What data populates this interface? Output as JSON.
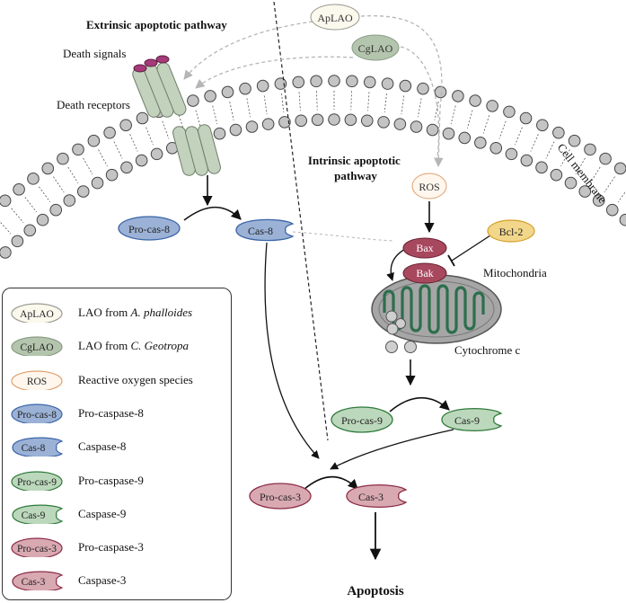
{
  "labels": {
    "extrinsic": "Extrinsic apoptotic pathway",
    "intrinsic": "Intrinsic apoptotic\npathway",
    "death_signals": "Death signals",
    "death_receptors": "Death receptors",
    "cell_membrane": "Cell membrane",
    "mitochondria": "Mitochondria",
    "cytochrome": "Cytochrome c",
    "apoptosis": "Apoptosis"
  },
  "nodes": {
    "aplao": "ApLAO",
    "cglao": "CgLAO",
    "ros": "ROS",
    "pro_cas_8": "Pro-cas-8",
    "cas_8": "Cas-8",
    "bax": "Bax",
    "bak": "Bak",
    "bcl2": "Bcl-2",
    "pro_cas_9": "Pro-cas-9",
    "cas_9": "Cas-9",
    "pro_cas_3": "Pro-cas-3",
    "cas_3": "Cas-3"
  },
  "legend": [
    {
      "icon": "ApLAO",
      "shape": "ellipse",
      "fill": "#fbf9ee",
      "stroke": "#999990",
      "text_plain": "LAO from ",
      "text_italic": "A. phalloides"
    },
    {
      "icon": "CgLAO",
      "shape": "ellipse",
      "fill": "#b4c5ae",
      "stroke": "#8a9c86",
      "text_plain": "LAO from ",
      "text_italic": "C. Geotropa"
    },
    {
      "icon": "ROS",
      "shape": "ellipse",
      "fill": "#fff7ee",
      "stroke": "#e0a070",
      "text_plain": "Reactive oxygen species",
      "text_italic": ""
    },
    {
      "icon": "Pro-cas-8",
      "shape": "ellipse",
      "fill": "#9bb2d6",
      "stroke": "#3a64a8",
      "text_plain": "Pro-caspase-8",
      "text_italic": ""
    },
    {
      "icon": "Cas-8",
      "shape": "notched",
      "fill": "#9bb2d6",
      "stroke": "#3a64a8",
      "text_plain": "Caspase-8",
      "text_italic": ""
    },
    {
      "icon": "Pro-cas-9",
      "shape": "ellipse",
      "fill": "#bcd8bc",
      "stroke": "#2f7a3a",
      "text_plain": "Pro-caspase-9",
      "text_italic": ""
    },
    {
      "icon": "Cas-9",
      "shape": "notched",
      "fill": "#bcd8bc",
      "stroke": "#2f7a3a",
      "text_plain": "Caspase-9",
      "text_italic": ""
    },
    {
      "icon": "Pro-cas-3",
      "shape": "ellipse",
      "fill": "#d9a9b2",
      "stroke": "#8c2c48",
      "text_plain": "Pro-caspase-3",
      "text_italic": ""
    },
    {
      "icon": "Cas-3",
      "shape": "notched",
      "fill": "#d9a9b2",
      "stroke": "#8c2c48",
      "text_plain": "Caspase-3",
      "text_italic": ""
    }
  ],
  "colors": {
    "blue_fill": "#9bb2d6",
    "blue_stroke": "#3a64a8",
    "green_fill": "#bcd8bc",
    "green_stroke": "#2f7a3a",
    "red_fill": "#d9a9b2",
    "red_stroke": "#8c2c48",
    "bax_fill": "#a8485e",
    "bcl2_fill": "#f2d68a",
    "bcl2_stroke": "#d4a02a",
    "receptor_fill": "#c2d2bc",
    "signal_fill": "#a63a79",
    "mito_fill": "#a6a6a6"
  }
}
